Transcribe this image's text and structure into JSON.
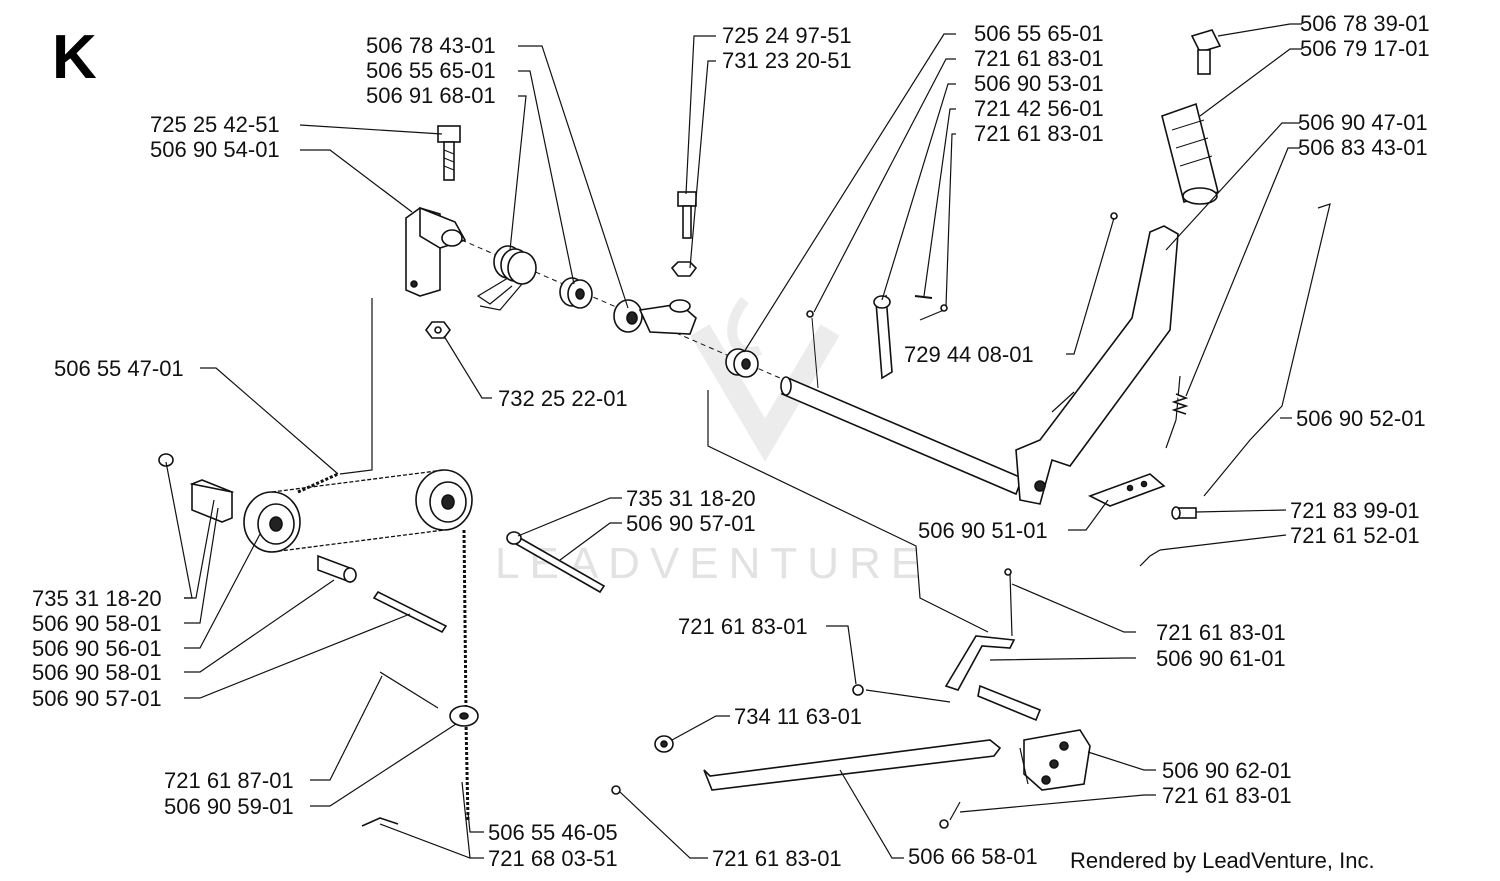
{
  "section_letter": "K",
  "credit": "Rendered by LeadVenture, Inc.",
  "watermark": "LEADVENTURE",
  "labels": [
    {
      "id": "l01",
      "text": "506 78 43-01"
    },
    {
      "id": "l02",
      "text": "506 55 65-01"
    },
    {
      "id": "l03",
      "text": "506 91 68-01"
    },
    {
      "id": "l04",
      "text": "725 25 42-51"
    },
    {
      "id": "l05",
      "text": "506 90 54-01"
    },
    {
      "id": "l06",
      "text": "725 24 97-51"
    },
    {
      "id": "l07",
      "text": "731 23 20-51"
    },
    {
      "id": "l08",
      "text": "506 55 65-01"
    },
    {
      "id": "l09",
      "text": "721 61 83-01"
    },
    {
      "id": "l10",
      "text": "506 90 53-01"
    },
    {
      "id": "l11",
      "text": "721 42 56-01"
    },
    {
      "id": "l12",
      "text": "721 61 83-01"
    },
    {
      "id": "l13",
      "text": "506 78 39-01"
    },
    {
      "id": "l14",
      "text": "506 79 17-01"
    },
    {
      "id": "l15",
      "text": "506 90 47-01"
    },
    {
      "id": "l16",
      "text": "506 83 43-01"
    },
    {
      "id": "l17",
      "text": "729 44 08-01"
    },
    {
      "id": "l18",
      "text": "506 55 47-01"
    },
    {
      "id": "l19",
      "text": "732 25 22-01"
    },
    {
      "id": "l20",
      "text": "506 90 52-01"
    },
    {
      "id": "l21",
      "text": "735 31 18-20"
    },
    {
      "id": "l22",
      "text": "506 90 57-01"
    },
    {
      "id": "l23",
      "text": "506 90 51-01"
    },
    {
      "id": "l24",
      "text": "721 83 99-01"
    },
    {
      "id": "l25",
      "text": "721 61 52-01"
    },
    {
      "id": "l26",
      "text": "735 31 18-20"
    },
    {
      "id": "l27",
      "text": "506 90 58-01"
    },
    {
      "id": "l28",
      "text": "506 90 56-01"
    },
    {
      "id": "l29",
      "text": "506 90 58-01"
    },
    {
      "id": "l30",
      "text": "506 90 57-01"
    },
    {
      "id": "l31",
      "text": "721 61 83-01"
    },
    {
      "id": "l32",
      "text": "721 61 83-01"
    },
    {
      "id": "l33",
      "text": "506 90 61-01"
    },
    {
      "id": "l34",
      "text": "734 11 63-01"
    },
    {
      "id": "l35",
      "text": "506 90 62-01"
    },
    {
      "id": "l36",
      "text": "721 61 83-01"
    },
    {
      "id": "l37",
      "text": "721 61 87-01"
    },
    {
      "id": "l38",
      "text": "506 90 59-01"
    },
    {
      "id": "l39",
      "text": "506 55 46-05"
    },
    {
      "id": "l40",
      "text": "721 68 03-51"
    },
    {
      "id": "l41",
      "text": "721 61 83-01"
    },
    {
      "id": "l42",
      "text": "506 66 58-01"
    }
  ]
}
